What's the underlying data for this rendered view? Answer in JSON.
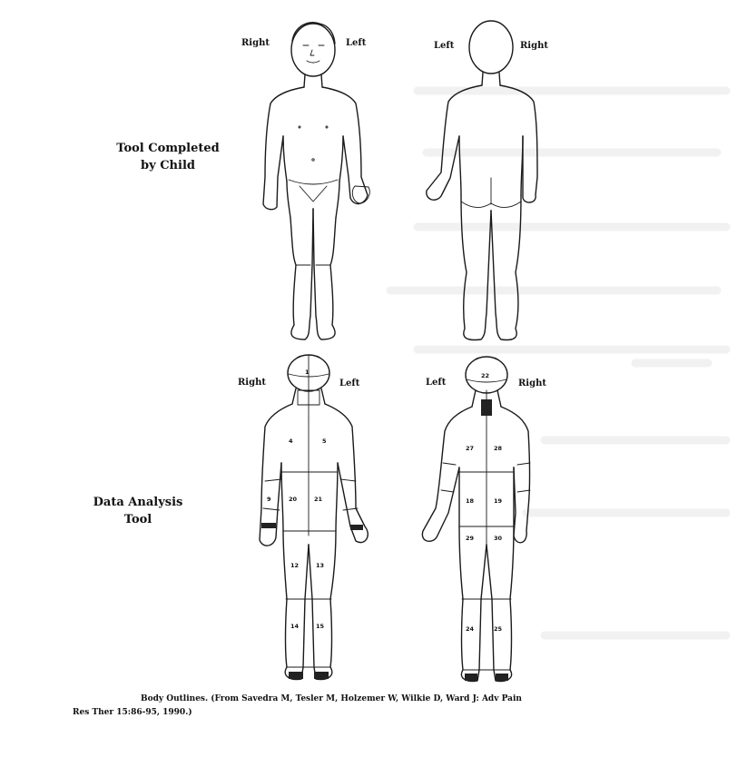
{
  "figure": {
    "top_labels": {
      "front_right": "Right",
      "front_left": "Left",
      "back_left": "Left",
      "back_right": "Right"
    },
    "bottom_labels": {
      "front_right": "Right",
      "front_left": "Left",
      "back_left": "Left",
      "back_right": "Right"
    },
    "row1_label_line1": "Tool Completed",
    "row1_label_line2": "by Child",
    "row2_label_line1": "Data Analysis",
    "row2_label_line2": "Tool",
    "region_numbers_front": [
      "1",
      "4",
      "5",
      "9",
      "20",
      "21",
      "12",
      "13",
      "14",
      "15"
    ],
    "region_numbers_back": [
      "22",
      "27",
      "28",
      "18",
      "19",
      "29",
      "30",
      "24",
      "25"
    ],
    "caption_line1": "Body Outlines. (From Savedra M, Tesler M, Holzemer W, Wilkie D, Ward J: Adv Pain",
    "caption_line2": "Res Ther 15:86-95, 1990.)"
  }
}
